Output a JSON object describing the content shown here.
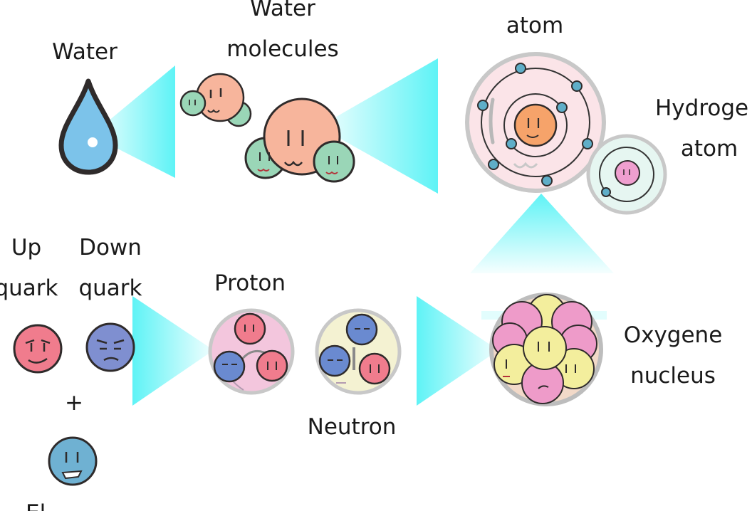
{
  "labels": {
    "water": "Water",
    "water_molecules_1": "Water",
    "water_molecules_2": "molecules",
    "oxygen_atom": "atom",
    "hydrogen_atom_1": "Hydroge",
    "hydrogen_atom_2": "atom",
    "up_quark_1": "Up",
    "up_quark_2": "quark",
    "down_quark_1": "Down",
    "down_quark_2": "quark",
    "plus": "+",
    "electron": "El",
    "proton": "Proton",
    "neutron": "Neutron",
    "oxygene_nucleus_1": "Oxygene",
    "oxygene_nucleus_2": "nucleus"
  },
  "colors": {
    "zoom_beam": "#5ef3f6",
    "water_drop": "#7cc3ea",
    "hydrogen_green": "#9ad6b7",
    "oxygen_salmon": "#f7b59c",
    "nucleus_orange": "#f6a36a",
    "electron_blue": "#5faec8",
    "up_quark_red": "#f07c8d",
    "down_quark_blue": "#7f8fd0",
    "electron_teal": "#6fb1d2",
    "proton_pink": "#f3c6dd",
    "neutron_cream": "#f4f2d2",
    "nucleus_pink": "#ee9bc9",
    "nucleus_yellow": "#f3ee9d"
  }
}
